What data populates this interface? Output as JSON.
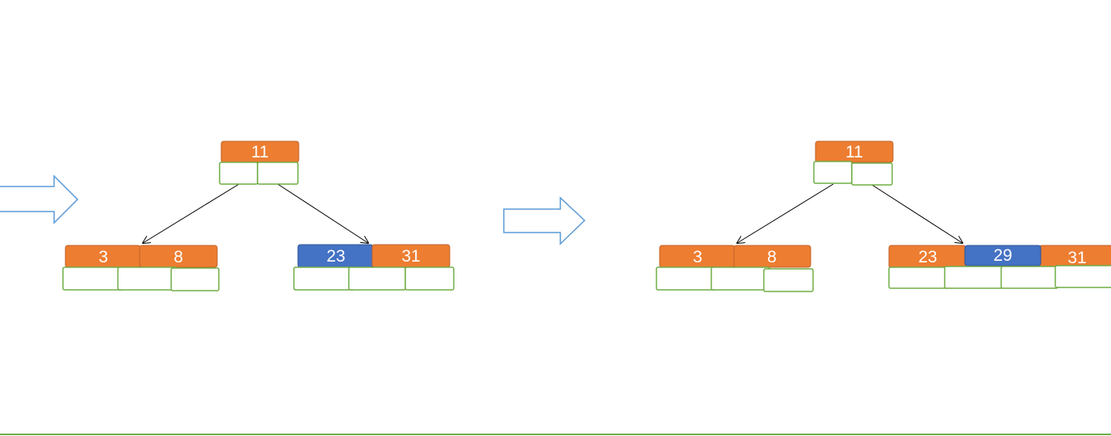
{
  "colors": {
    "key_default": "#ED7D31",
    "key_default_border": "#C0622A",
    "key_highlight": "#4472C4",
    "key_highlight_border": "#2F5597",
    "pointer_slot_border": "#70AD47",
    "arrow_outline": "#5B9BD5",
    "edge_line": "#000000",
    "baseline": "#70AD47"
  },
  "trees": [
    {
      "name": "tree-before",
      "root": {
        "keys": [
          {
            "label": "11",
            "highlight": false
          }
        ]
      },
      "left_child": {
        "keys": [
          {
            "label": "3",
            "highlight": false
          },
          {
            "label": "8",
            "highlight": false
          }
        ]
      },
      "right_child": {
        "keys": [
          {
            "label": "23",
            "highlight": true
          },
          {
            "label": "31",
            "highlight": false
          }
        ]
      }
    },
    {
      "name": "tree-after",
      "root": {
        "keys": [
          {
            "label": "11",
            "highlight": false
          }
        ]
      },
      "left_child": {
        "keys": [
          {
            "label": "3",
            "highlight": false
          },
          {
            "label": "8",
            "highlight": false
          }
        ]
      },
      "right_child": {
        "keys": [
          {
            "label": "23",
            "highlight": false
          },
          {
            "label": "29",
            "highlight": true
          },
          {
            "label": "31",
            "highlight": false
          }
        ]
      }
    }
  ],
  "transition_arrows": [
    {
      "name": "transition-arrow-in",
      "icon": "block-right-arrow-icon"
    },
    {
      "name": "transition-arrow-between",
      "icon": "block-right-arrow-icon"
    }
  ]
}
